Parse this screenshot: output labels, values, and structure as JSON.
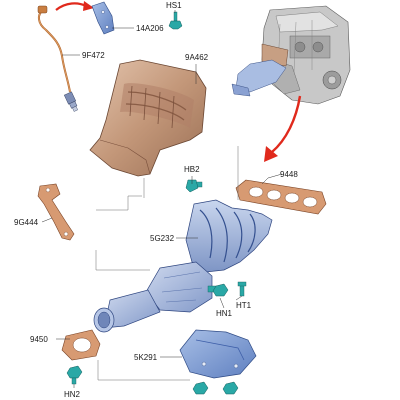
{
  "labels": {
    "hs1": "HS1",
    "p14a206": "14A206",
    "p9f472": "9F472",
    "p9a462": "9A462",
    "hb2": "HB2",
    "p9448": "9448",
    "p9g444": "9G444",
    "p5g232": "5G232",
    "ht1": "HT1",
    "hn1": "HN1",
    "p9450": "9450",
    "p5k291": "5K291",
    "hn2": "HN2"
  },
  "colors": {
    "heat_shield": "#c9a184",
    "manifold": "#9fb3d9",
    "gasket": "#d79a72",
    "bracket": "#7f9ed4",
    "fastener": "#2aa8a6",
    "callout_arrow": "#e0291c"
  }
}
